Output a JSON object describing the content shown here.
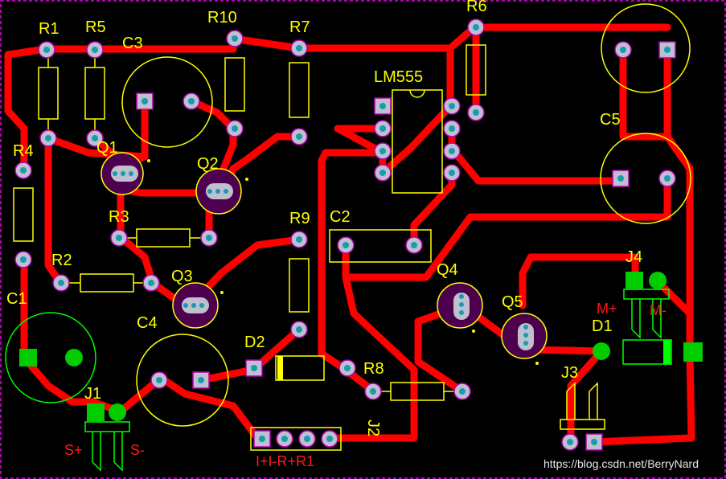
{
  "labels": {
    "r1": "R1",
    "r5": "R5",
    "c3": "C3",
    "r10": "R10",
    "r7": "R7",
    "r6": "R6",
    "lm555": "LM555",
    "c5": "C5",
    "r4": "R4",
    "q1": "Q1",
    "q2": "Q2",
    "r3": "R3",
    "r9": "R9",
    "c2": "C2",
    "r2": "R2",
    "q3": "Q3",
    "q4": "Q4",
    "q5": "Q5",
    "j4": "J4",
    "d1": "D1",
    "c1": "C1",
    "c4": "C4",
    "d2": "D2",
    "r8": "R8",
    "j3": "J3",
    "j1": "J1",
    "j2": "J2"
  },
  "pin_labels": {
    "j4_plus": "M+",
    "j4_minus": "M-",
    "j1_plus": "S+",
    "j1_minus": "S-",
    "j2_pins": "I+I-R+R1"
  },
  "colors": {
    "trace": "#ff0000",
    "silkscreen": "#ffff00",
    "pad": "#bfbfd0",
    "green": "#00cc00",
    "border": "#b000b0",
    "background": "#000000"
  },
  "watermark": "https://blog.csdn.net/BerryNard"
}
